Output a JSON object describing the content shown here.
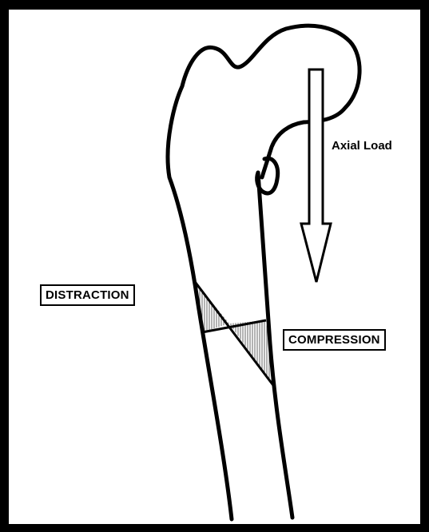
{
  "diagram": {
    "labels": {
      "axial_load": "Axial Load",
      "distraction": "DISTRACTION",
      "compression": "COMPRESSION"
    },
    "colors": {
      "background": "#000000",
      "canvas": "#ffffff",
      "stroke": "#000000",
      "hatch": "#555555"
    }
  }
}
